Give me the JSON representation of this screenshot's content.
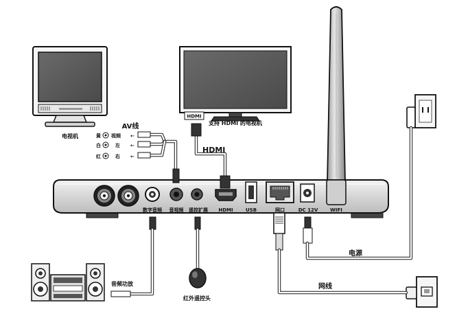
{
  "devices": {
    "crt_tv_label": "电视机",
    "hdmi_tv_label": "支持 HDMI 的电视机",
    "hdmi_port_tag": "HDMI",
    "amplifier_label": "音频功放",
    "ir_receiver_label": "红外遥控头"
  },
  "av_cable": {
    "title": "AV线",
    "rows": [
      {
        "color": "黄",
        "signal": "视频"
      },
      {
        "color": "白",
        "signal": "左"
      },
      {
        "color": "红",
        "signal": "右"
      }
    ]
  },
  "cables": {
    "hdmi": "HDMI",
    "power": "电源",
    "network": "网线"
  },
  "box_ports": {
    "digital_audio": "数字音频",
    "av_out": "音视频",
    "ir_ext": "遥控扩展",
    "hdmi": "HDMI",
    "usb": "USB",
    "lan": "网口",
    "dc": "DC 12V",
    "wifi": "WIFI"
  },
  "colors": {
    "outline": "#111111",
    "box_body": "#dcdcdc",
    "screen": "#5a5a5a"
  },
  "icons": [
    "crt-tv-icon",
    "flat-tv-icon",
    "antenna-icon",
    "power-socket-icon",
    "ethernet-socket-icon",
    "amplifier-icon",
    "ir-receiver-icon"
  ]
}
